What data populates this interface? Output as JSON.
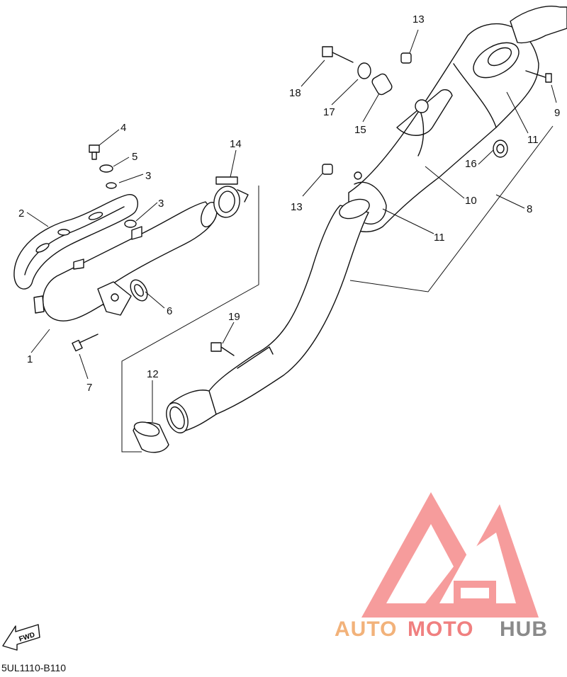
{
  "diagram": {
    "callouts": [
      {
        "id": "c1",
        "text": "1"
      },
      {
        "id": "c2",
        "text": "2"
      },
      {
        "id": "c3a",
        "text": "3"
      },
      {
        "id": "c3b",
        "text": "3"
      },
      {
        "id": "c4",
        "text": "4"
      },
      {
        "id": "c5",
        "text": "5"
      },
      {
        "id": "c6",
        "text": "6"
      },
      {
        "id": "c7",
        "text": "7"
      },
      {
        "id": "c8",
        "text": "8"
      },
      {
        "id": "c9",
        "text": "9"
      },
      {
        "id": "c10",
        "text": "10"
      },
      {
        "id": "c11a",
        "text": "11"
      },
      {
        "id": "c11b",
        "text": "11"
      },
      {
        "id": "c12",
        "text": "12"
      },
      {
        "id": "c13a",
        "text": "13"
      },
      {
        "id": "c13b",
        "text": "13"
      },
      {
        "id": "c14",
        "text": "14"
      },
      {
        "id": "c15",
        "text": "15"
      },
      {
        "id": "c16",
        "text": "16"
      },
      {
        "id": "c17",
        "text": "17"
      },
      {
        "id": "c18",
        "text": "18"
      },
      {
        "id": "c19",
        "text": "19"
      }
    ],
    "fwd_label": "FWD",
    "diagram_code": "5UL1110-B110"
  },
  "watermark": {
    "part1": "AUTO",
    "part2": "MOTO",
    "part3": "HUB",
    "color_auto": "#f2b27a",
    "color_moto": "#f08080",
    "color_hub": "#8a8a8a",
    "logo_color": "#f47c7c"
  }
}
